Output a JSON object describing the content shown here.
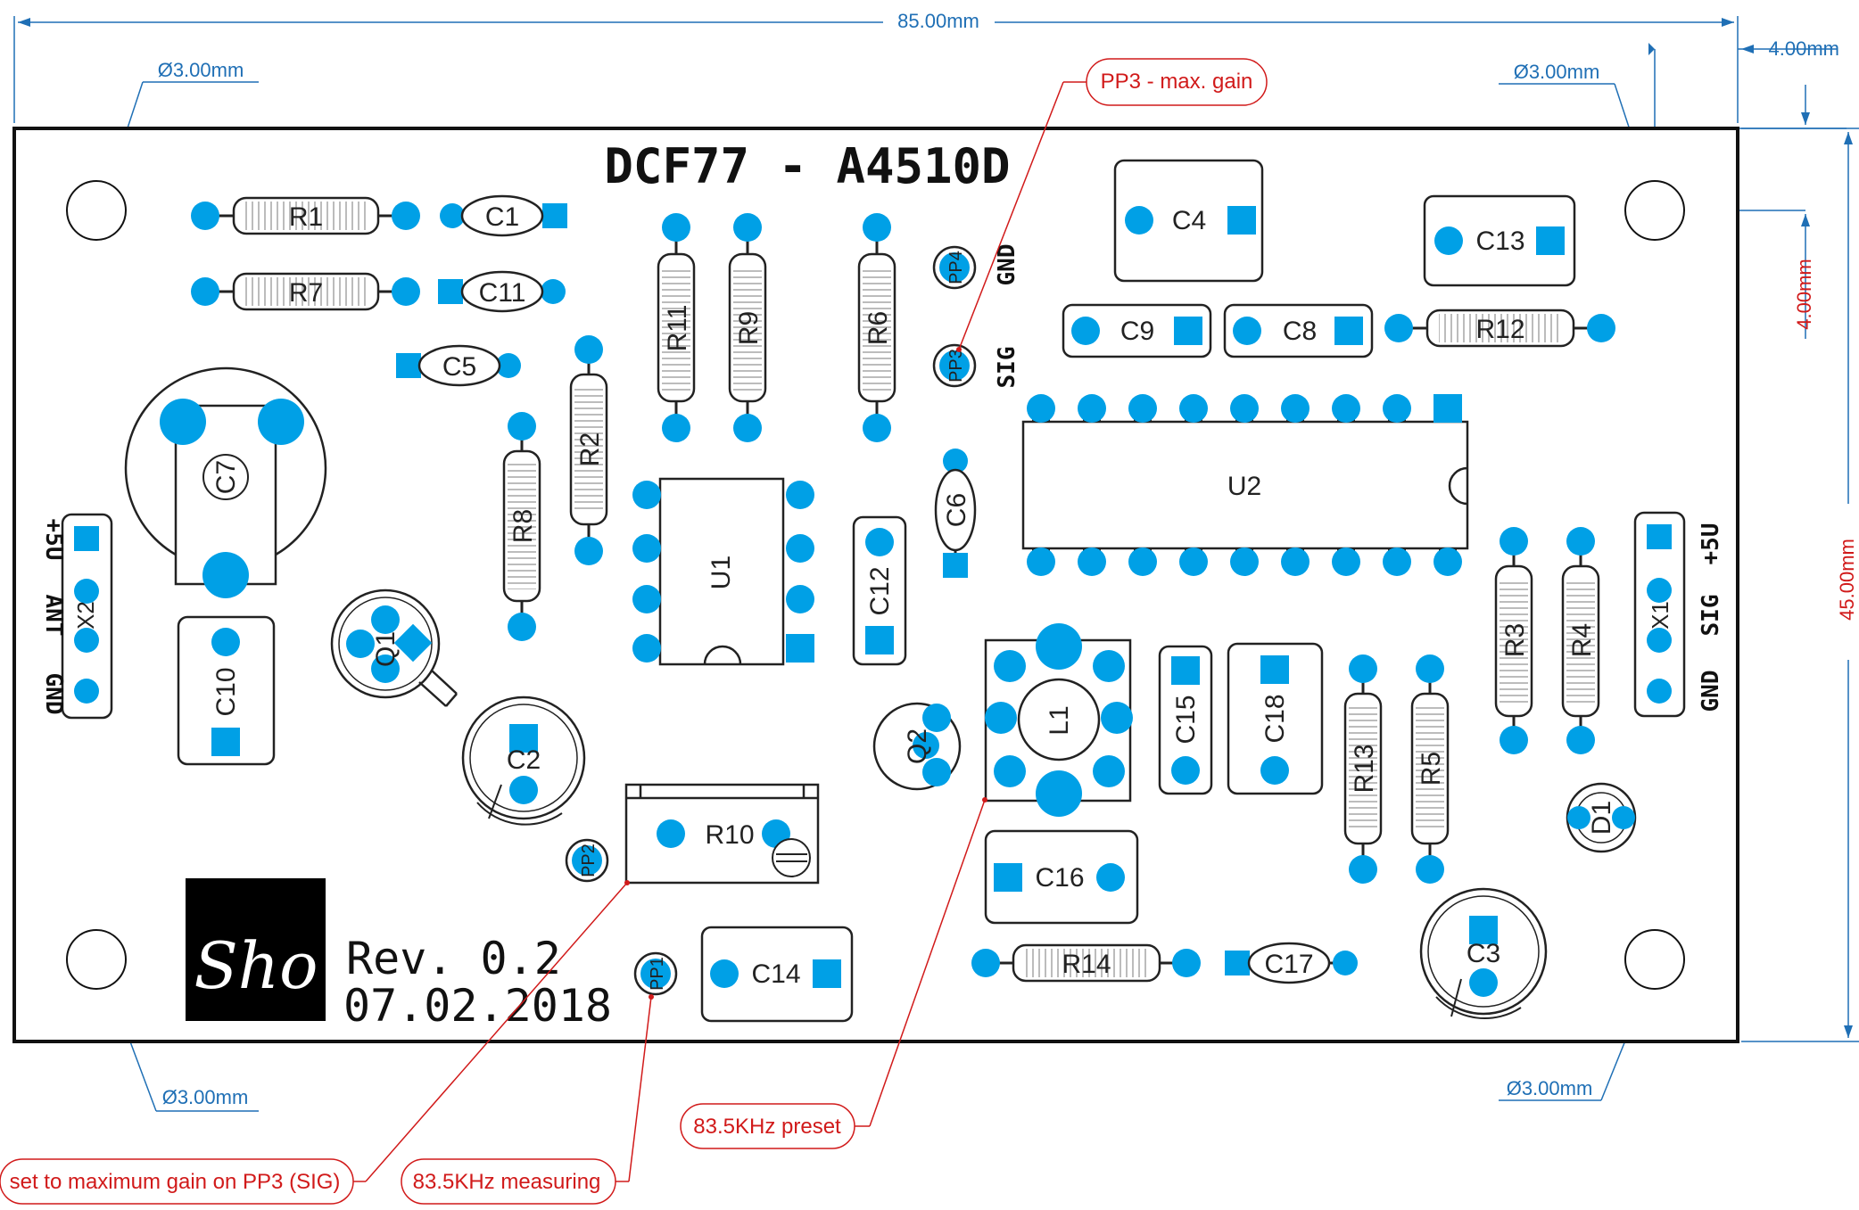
{
  "board": {
    "title": "DCF77 - A4510D",
    "revision": "Rev. 0.2",
    "date": "07.02.2018",
    "logo": "Sho"
  },
  "dimensions": {
    "width": "85.00mm",
    "height": "45.00mm",
    "offset_x": "4.00mm",
    "offset_y": "4.00mm",
    "hole_tl": "Ø3.00mm",
    "hole_tr": "Ø3.00mm",
    "hole_bl": "Ø3.00mm",
    "hole_br": "Ø3.00mm"
  },
  "callouts": {
    "pp3": "PP3 - max. gain",
    "preset": "83.5KHz preset",
    "gain": "set to maximum gain on PP3 (SIG)",
    "measuring": "83.5KHz measuring"
  },
  "connectors": {
    "x2_labels": [
      "+5U",
      "ANT",
      "GND"
    ],
    "x2_name": "X2",
    "x1_labels": [
      "+5U",
      "SIG",
      "GND"
    ],
    "x1_name": "X1",
    "test_gnd": "GND",
    "test_sig": "SIG"
  },
  "components": {
    "r1": "R1",
    "r7": "R7",
    "r11": "R11",
    "r9": "R9",
    "r6": "R6",
    "r2": "R2",
    "r8": "R8",
    "r12": "R12",
    "r3": "R3",
    "r4": "R4",
    "r13": "R13",
    "r5": "R5",
    "r10": "R10",
    "r14": "R14",
    "c1": "C1",
    "c11": "C11",
    "c5": "C5",
    "c7": "C7",
    "c4": "C4",
    "c13": "C13",
    "c9": "C9",
    "c8": "C8",
    "c6": "C6",
    "c12": "C12",
    "c10": "C10",
    "c2": "C2",
    "c15": "C15",
    "c18": "C18",
    "c16": "C16",
    "c14": "C14",
    "c17": "C17",
    "c3": "C3",
    "u1": "U1",
    "u2": "U2",
    "q1": "Q1",
    "q2": "Q2",
    "l1": "L1",
    "d1": "D1",
    "pp1": "PP1",
    "pp2": "PP2",
    "pp3": "PP3",
    "pp4": "PP4"
  },
  "colors": {
    "pad": "#00a0e6",
    "dimension": "#1f6fb5",
    "callout": "#d11a1a",
    "outline": "#111111"
  }
}
